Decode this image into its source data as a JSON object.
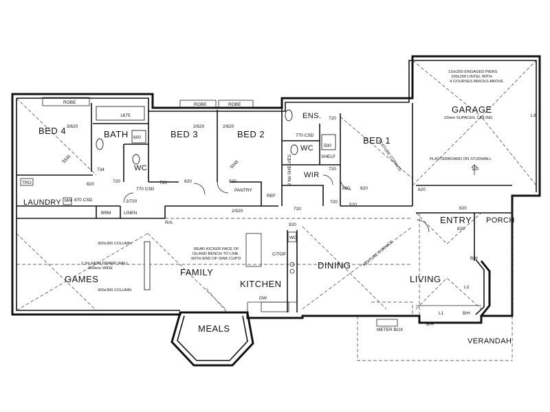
{
  "plan": {
    "rooms": {
      "bed4": "BED 4",
      "bath": "BATH",
      "bed3": "BED 3",
      "bed2": "BED 2",
      "ens": "ENS.",
      "bed1": "BED 1",
      "garage": "GARAGE",
      "wc_main": "WC",
      "wc_ens": "WC",
      "wir": "WIR",
      "laundry": "LAUNDRY",
      "pantry": "PANTRY",
      "linen": "LINEN",
      "games": "GAMES",
      "family": "FAMILY",
      "kitchen": "KITCHEN",
      "dining": "DINING",
      "meals": "MEALS",
      "entry": "ENTRY",
      "porch": "PORCH",
      "living": "LIVING",
      "verandah": "VERANDAH"
    },
    "labels": {
      "robe_bed4": "ROBE",
      "robe_bed3": "ROBE",
      "robe_bed2": "ROBE",
      "bath_dim": "1675",
      "shelf": "SHELF",
      "two_no_shelves": "2 No SHELVES",
      "garage_piers": "110x350 ENGAGED PIERS",
      "garage_lintel": "100x100 LINTEL WITH",
      "garage_bricks": "4 COURSES BRICKS ABOVE",
      "garage_ceiling": "10mm SUPACEIL CEILING",
      "plasterboard": "PLASTERBOARD ON STUDWALL",
      "plaster_dim": "110",
      "feature_cornice_1": "FEATURE CORNICE",
      "feature_cornice_2": "FEATURE CORNICE",
      "island_note_1": "REAR KICKER FACE OF",
      "island_note_2": "ISLAND BENCH TO LINE",
      "island_note_3": "WITH END OF SINK CUP'D",
      "column_1": "300x300 COLUMN",
      "column_2": "300x300 COLUMN",
      "dwarf_wall_1": "1.2m HIGH DWARF WALL",
      "dwarf_wall_2": "300mm WIDE",
      "wo": "WO",
      "ctop": "C/TOP",
      "dw": "DW",
      "ref": "REF",
      "mh": "MH",
      "brm": "BRM",
      "ra": "R/A",
      "meter_box": "METER BOX",
      "l1": "L1",
      "l2": "L2",
      "l3": "L3",
      "bh1": "B/H",
      "bh2": "B/H",
      "bh3": "B/H",
      "trough": "TRO",
      "dim_3620": "3/620",
      "dim_2620a": "2/620",
      "dim_2620b": "2/620",
      "dim_2520": "2/520",
      "dim_2720": "2/720",
      "dim_720a": "720",
      "dim_720b": "720",
      "dim_720c": "720",
      "dim_720d": "720",
      "dim_720e": "720",
      "dim_720f": "720",
      "dim_820a": "820",
      "dim_820b": "820",
      "dim_820c": "820",
      "dim_820d": "820",
      "dim_820e": "820",
      "dim_820f": "820",
      "dim_820g": "820",
      "dim_820h": "820",
      "dim_920": "920",
      "dim_520": "520",
      "dim_770csd_a": "770 CSD",
      "dim_770csd_b": "770 CSD",
      "dim_870csd": "870 CSD",
      "dim_734": "734",
      "dim_9345a": "9345",
      "dim_9345b": "9345",
      "dim_600": "600",
      "dim_500": "500"
    }
  }
}
